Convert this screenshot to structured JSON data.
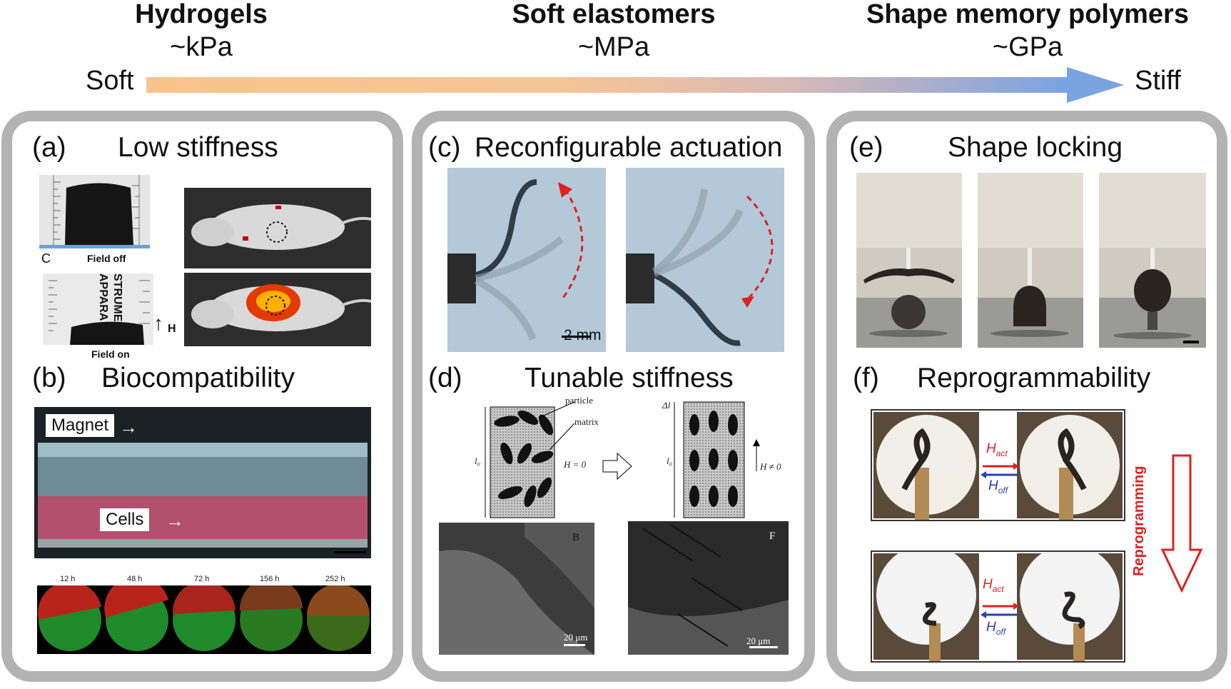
{
  "header": {
    "categories": [
      {
        "name": "Hydrogels",
        "modulus": "~kPa"
      },
      {
        "name": "Soft elastomers",
        "modulus": "~MPa"
      },
      {
        "name": "Shape memory polymers",
        "modulus": "~GPa"
      }
    ],
    "left_label": "Soft",
    "right_label": "Stiff"
  },
  "panels": {
    "a": {
      "letter": "(a)",
      "title": "Low stiffness",
      "field_off": "Field off",
      "field_on": "Field on",
      "c_label": "C",
      "h_label": "H",
      "ruler_text_1": "APPARA",
      "ruler_text_2": "STRUME"
    },
    "b": {
      "letter": "(b)",
      "title": "Biocompatibility",
      "magnet": "Magnet",
      "cells": "Cells",
      "times": [
        "12 h",
        "48 h",
        "72 h",
        "156 h",
        "252 h"
      ]
    },
    "c": {
      "letter": "(c)",
      "title": "Reconfigurable actuation",
      "scale": "2 mm"
    },
    "d": {
      "letter": "(d)",
      "title": "Tunable stiffness",
      "particle": "particle",
      "matrix": "matrix",
      "h_zero": "H = 0",
      "h_nonzero": "H ≠ 0",
      "l0": "l₀",
      "dl": "Δl",
      "sem_b": "B",
      "sem_f": "F",
      "scale_b": "20 μm",
      "scale_f": "20 μm"
    },
    "e": {
      "letter": "(e)",
      "title": "Shape locking"
    },
    "f": {
      "letter": "(f)",
      "title": "Reprogrammability",
      "h_act": "H",
      "h_act_sub": "act",
      "h_off": "H",
      "h_off_sub": "off",
      "reprogramming": "Reprogramming"
    }
  },
  "colors": {
    "arrow_start": "#f7c08a",
    "arrow_end": "#7fa6e3",
    "panel_border": "#b3b3b3",
    "dashed_arrow": "#e02020",
    "reprog_red": "#e02020"
  }
}
